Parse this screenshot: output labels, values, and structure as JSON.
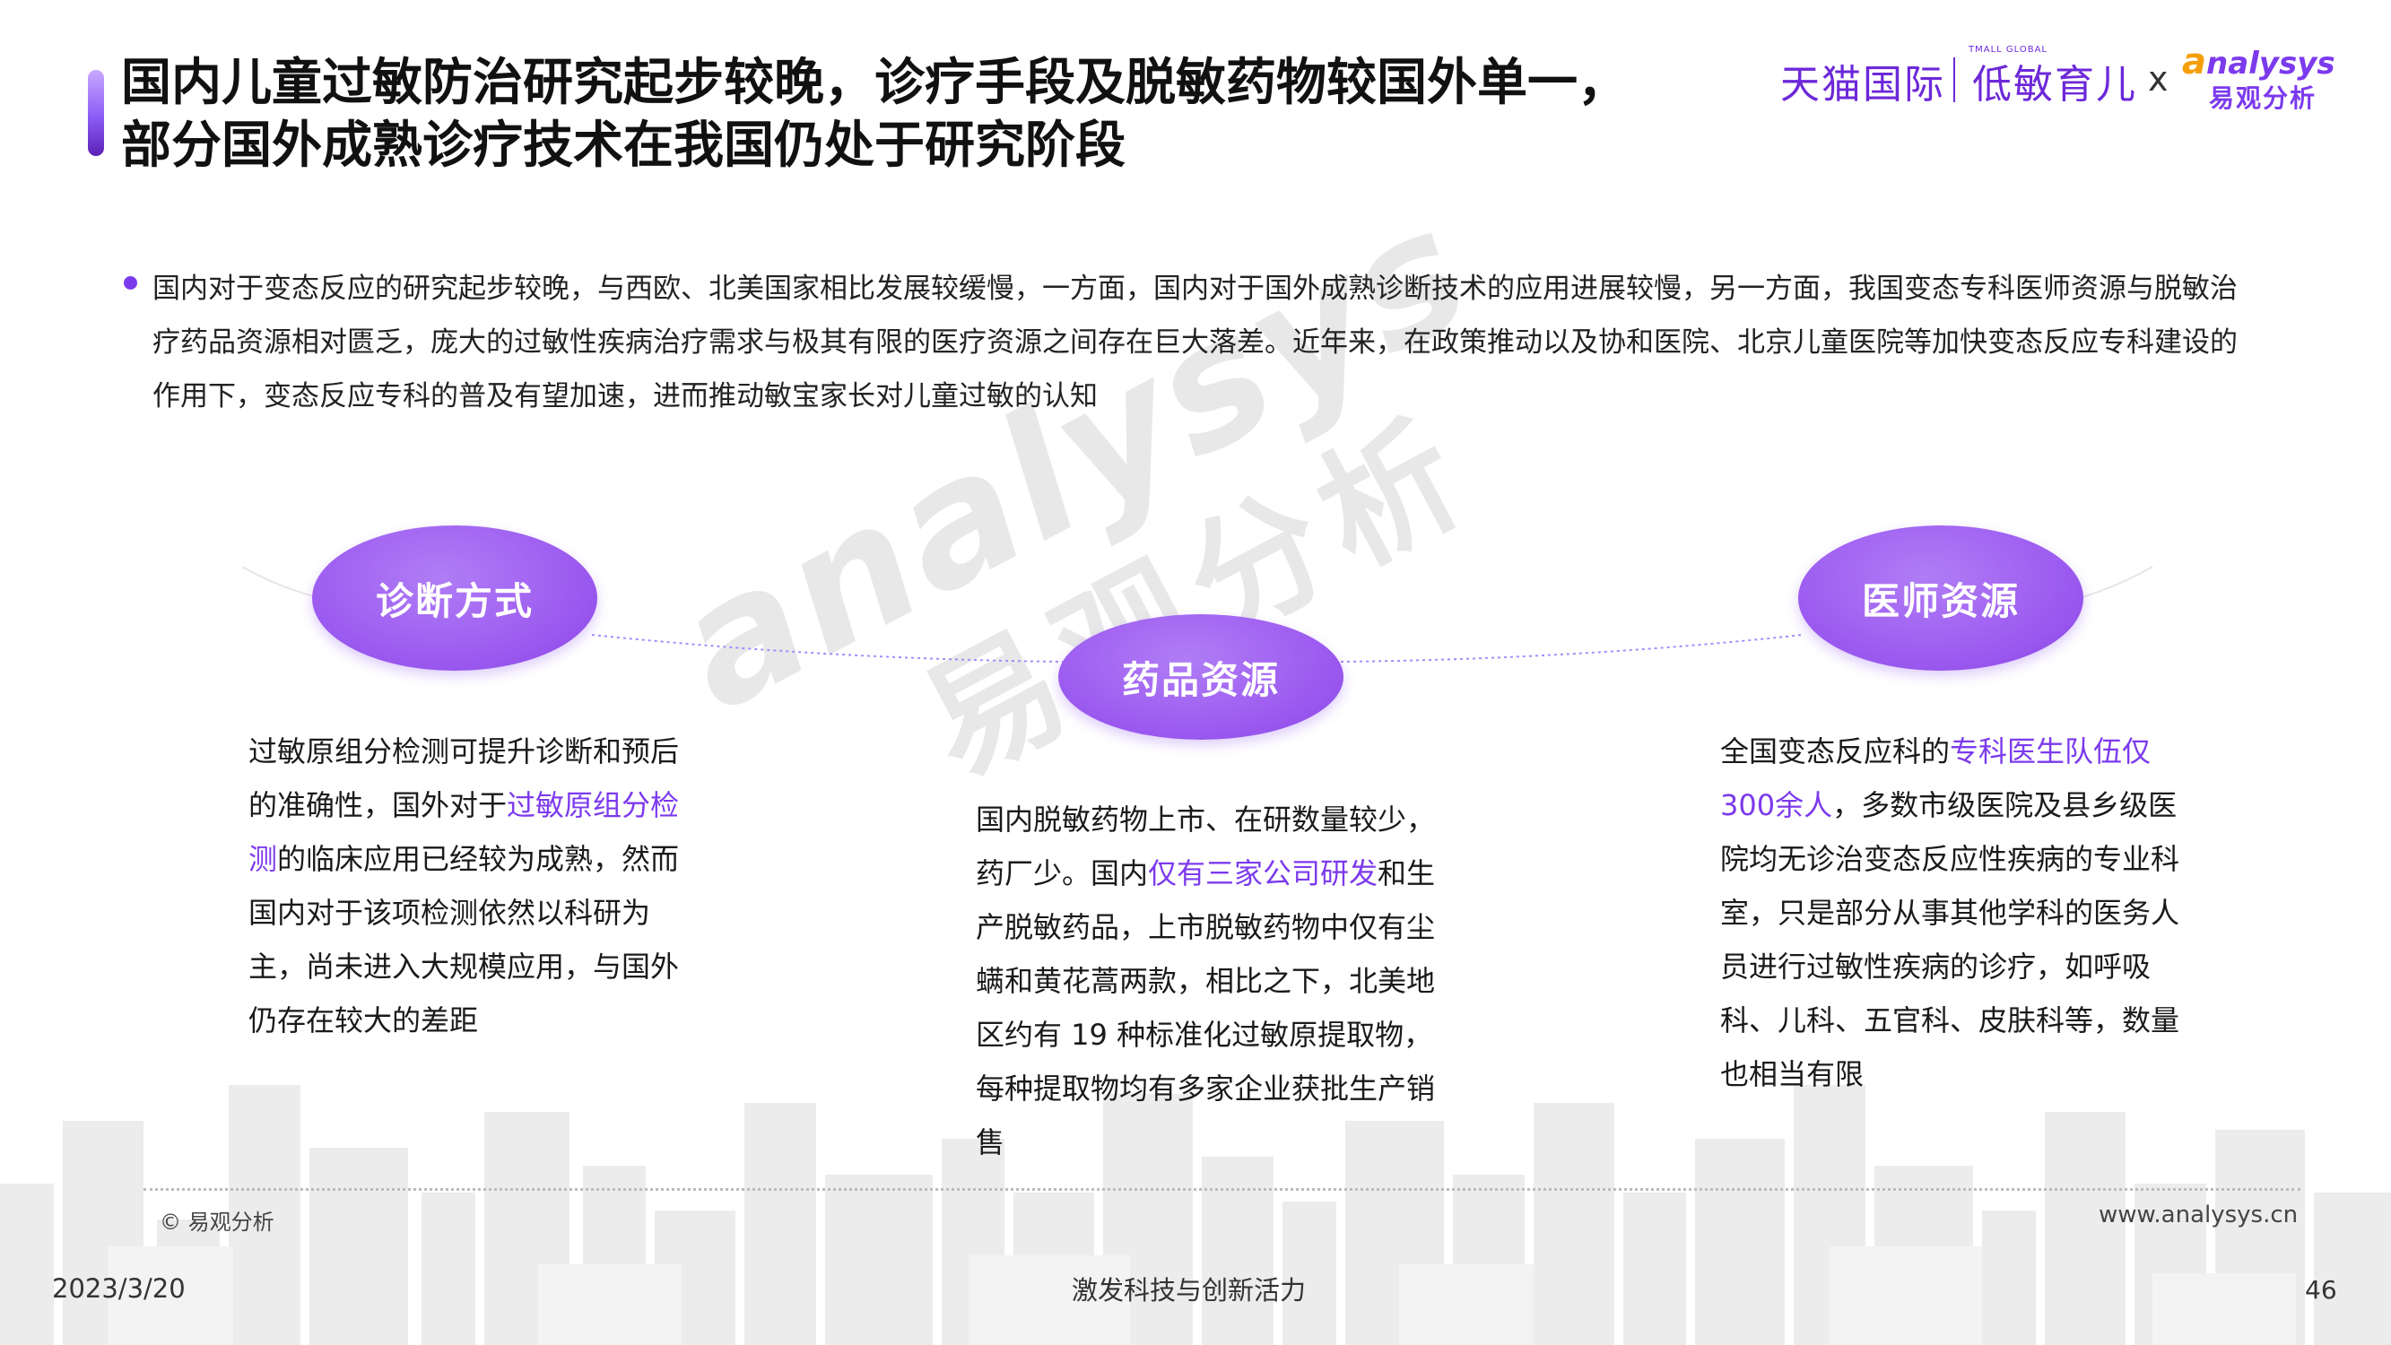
{
  "title": {
    "line1": "国内儿童过敏防治研究起步较晚，诊疗手段及脱敏药物较国外单一，",
    "line2": "部分国外成熟诊疗技术在我国仍处于研究阶段"
  },
  "logos": {
    "tmall_small": "TMALL GLOBAL",
    "tmall": "天猫国际",
    "low_allergy": "低敏育儿",
    "x": "x",
    "analysys_first": "a",
    "analysys_rest": "nalysys",
    "analysys_cn": "易观分析"
  },
  "intro": "国内对于变态反应的研究起步较晚，与西欧、北美国家相比发展较缓慢，一方面，国内对于国外成熟诊断技术的应用进展较慢，另一方面，我国变态专科医师资源与脱敏治疗药品资源相对匮乏，庞大的过敏性疾病治疗需求与极其有限的医疗资源之间存在巨大落差。近年来，在政策推动以及协和医院、北京儿童医院等加快变态反应专科建设的作用下，变态反应专科的普及有望加速，进而推动敏宝家长对儿童过敏的认知",
  "columns": {
    "diagnosis": {
      "heading": "诊断方式",
      "text1": "过敏原组分检测可提升诊断和预后的准确性，国外对于",
      "highlight": "过敏原组分检测",
      "text2": "的临床应用已经较为成熟，然而国内对于该项检测依然以科研为主，尚未进入大规模应用，与国外仍存在较大的差距"
    },
    "drugs": {
      "heading": "药品资源",
      "text1": "国内脱敏药物上市、在研数量较少，药厂少。国内",
      "highlight": "仅有三家公司研发",
      "text2": "和生产脱敏药品，上市脱敏药物中仅有尘螨和黄花蒿两款，相比之下，北美地区约有 19 种标准化过敏原提取物，每种提取物均有多家企业获批生产销售"
    },
    "doctors": {
      "heading": "医师资源",
      "text1": "全国变态反应科的",
      "highlight": "专科医生队伍仅300余人",
      "text2": "，多数市级医院及县乡级医院均无诊治变态反应性疾病的专业科室，只是部分从事其他学科的医务人员进行过敏性疾病的诊疗，如呼吸科、儿科、五官科、皮肤科等，数量也相当有限"
    }
  },
  "watermark": {
    "en": "analysys",
    "cn": "易观分析"
  },
  "footer": {
    "copyright": "© 易观分析",
    "website": "www.analysys.cn",
    "date": "2023/3/20",
    "slogan": "激发科技与创新活力",
    "page": "46"
  },
  "colors": {
    "accent": "#7c3aed",
    "bubble": "#9d5cf0",
    "text": "#1a1a1a"
  }
}
